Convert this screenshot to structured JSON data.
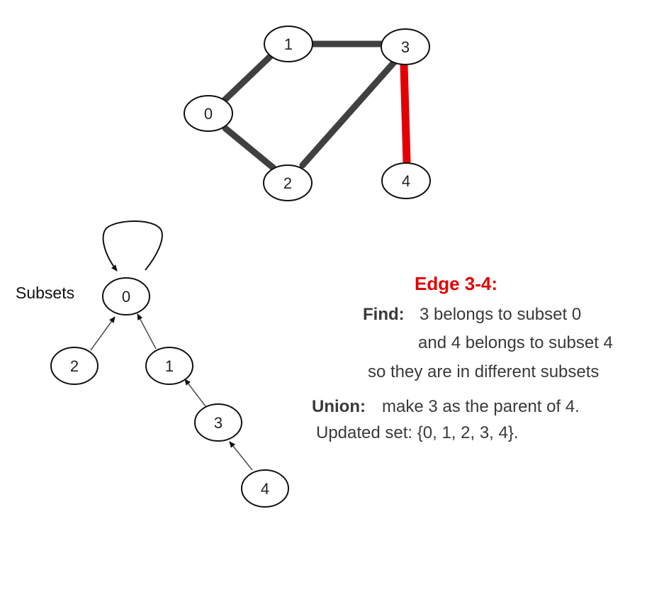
{
  "graph": {
    "nodes": [
      {
        "id": "0",
        "label": "0"
      },
      {
        "id": "1",
        "label": "1"
      },
      {
        "id": "2",
        "label": "2"
      },
      {
        "id": "3",
        "label": "3"
      },
      {
        "id": "4",
        "label": "4"
      }
    ],
    "edges": [
      {
        "from": "0",
        "to": "1",
        "highlighted": false
      },
      {
        "from": "1",
        "to": "3",
        "highlighted": false
      },
      {
        "from": "0",
        "to": "2",
        "highlighted": false
      },
      {
        "from": "2",
        "to": "3",
        "highlighted": false
      },
      {
        "from": "3",
        "to": "4",
        "highlighted": true
      }
    ],
    "edge_color": "#404040",
    "highlight_color": "#e30000"
  },
  "subsets": {
    "label": "Subsets",
    "nodes": [
      {
        "id": "0",
        "label": "0"
      },
      {
        "id": "1",
        "label": "1"
      },
      {
        "id": "2",
        "label": "2"
      },
      {
        "id": "3",
        "label": "3"
      },
      {
        "id": "4",
        "label": "4"
      }
    ],
    "parent_links": [
      {
        "child": "0",
        "parent": "0"
      },
      {
        "child": "2",
        "parent": "0"
      },
      {
        "child": "1",
        "parent": "0"
      },
      {
        "child": "3",
        "parent": "1"
      },
      {
        "child": "4",
        "parent": "3"
      }
    ]
  },
  "explanation": {
    "title": "Edge 3-4:",
    "find_label": "Find:",
    "find_line1": "3 belongs to subset 0",
    "find_line2": "and 4 belongs to subset 4",
    "find_line3": "so they are in different subsets",
    "union_label": "Union:",
    "union_text": "make 3 as the parent of 4.",
    "updated_set": "Updated set: {0, 1, 2, 3, 4}."
  }
}
